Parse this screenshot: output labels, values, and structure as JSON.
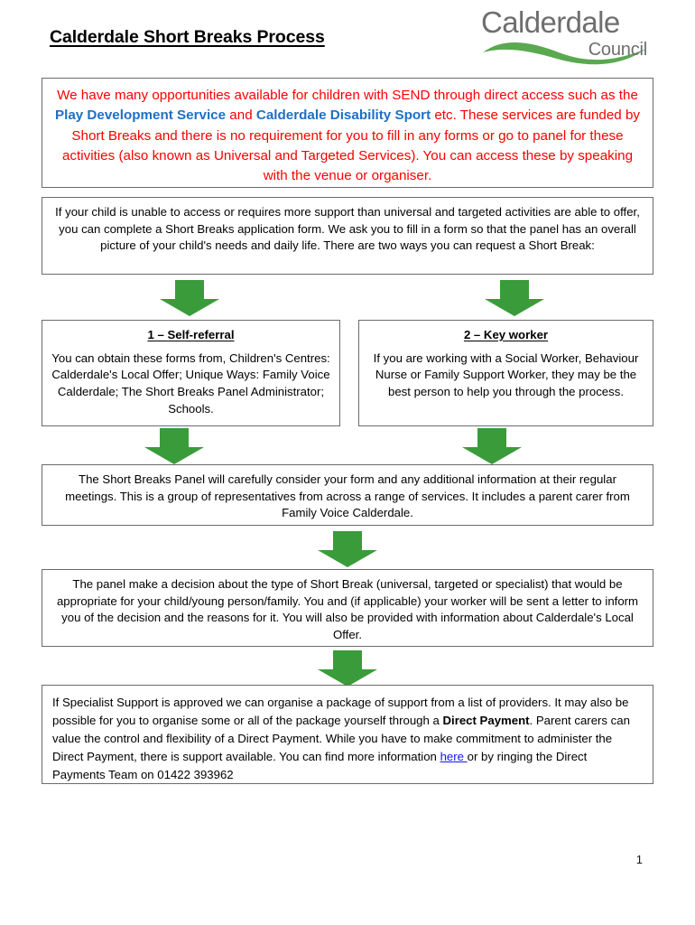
{
  "document": {
    "title": "Calderdale Short Breaks Process",
    "page_number": "1",
    "accent_green": "#3a9b3a",
    "red_text_color": "#ff0000",
    "blue_link_color": "#1f6fc4"
  },
  "logo": {
    "word": "Calderdale",
    "sub": "Council",
    "wave_color": "#5aa84f",
    "text_color": "#6e6e6e"
  },
  "boxes": {
    "intro": {
      "part1": "We have many opportunities available for children with SEND through direct access such as the ",
      "link1": "Play Development Service",
      "part2": " and ",
      "link2": "Calderdale Disability Sport",
      "part3": " etc.  These services are funded by Short Breaks and there is no requirement for you to fill in any forms or go to panel for these activities (also known as Universal and Targeted Services).  You can access these by speaking with the venue or organiser."
    },
    "unable": {
      "text": "If your child is unable to access or requires more support than universal and targeted activities are able to offer, you can complete a Short Breaks application form.  We ask you to fill in a form so that the panel has an overall picture of your child's needs and daily life.  There are two ways you can request a Short Break:"
    },
    "self_referral": {
      "heading": "1 – Self-referral",
      "text": "You can obtain these forms from, Children's Centres: Calderdale's Local Offer; Unique Ways: Family Voice Calderdale; The Short Breaks Panel Administrator; Schools."
    },
    "key_worker": {
      "heading": "2 – Key worker",
      "text": "If you are working with a Social Worker, Behaviour Nurse or Family Support Worker, they may be the best person to help you through the process."
    },
    "panel": {
      "text": "The Short Breaks Panel will carefully consider your form and any additional information at their regular meetings.  This is a group of representatives from across a range of services.  It includes a parent carer from Family Voice Calderdale."
    },
    "decision": {
      "text": "The panel make a decision about the type of Short Break (universal, targeted or specialist) that would be appropriate for your child/young person/family.  You and (if applicable) your worker will be sent a letter to inform you of the decision and the reasons for it.  You will also be provided with information about Calderdale's Local Offer."
    },
    "specialist": {
      "part1": "If Specialist Support is approved we can organise a package of support from a list of providers. It may also be possible for you to organise some or all of the package yourself through a ",
      "bold1": "Direct Payment",
      "part2": ".  Parent carers can value the control and flexibility of a Direct Payment.  While you have to make commitment to administer the Direct Payment, there is support available. You can find more information ",
      "link_text": "here ",
      "part3": "or by ringing the Direct Payments Team on 01422 393962"
    }
  }
}
